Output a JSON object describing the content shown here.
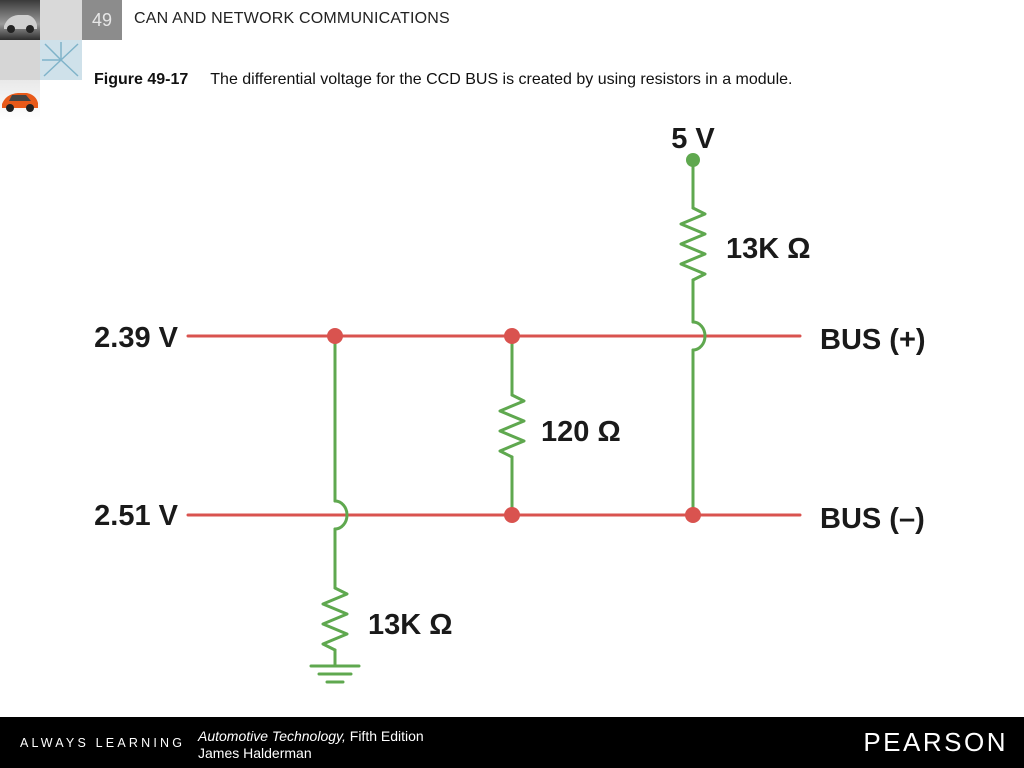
{
  "header": {
    "chapter_number": "49",
    "chapter_title": "CAN AND NETWORK COMMUNICATIONS"
  },
  "caption": {
    "figure_label": "Figure 49-17",
    "text": "The differential voltage for the CCD BUS is created by using resistors in a module."
  },
  "diagram": {
    "supply_label": "5 V",
    "top_resistor_label": "13K Ω",
    "middle_resistor_label": "120 Ω",
    "bottom_resistor_label": "13K Ω",
    "bus_plus_voltage": "2.39 V",
    "bus_minus_voltage": "2.51 V",
    "bus_plus_label": "BUS (+)",
    "bus_minus_label": "BUS (–)",
    "colors": {
      "bus_line": "#d9534f",
      "component": "#5fa84f",
      "node": "#d9534f"
    }
  },
  "footer": {
    "tagline": "ALWAYS LEARNING",
    "book_title": "Automotive Technology,",
    "edition": "Fifth Edition",
    "author": "James Halderman",
    "publisher": "PEARSON"
  }
}
